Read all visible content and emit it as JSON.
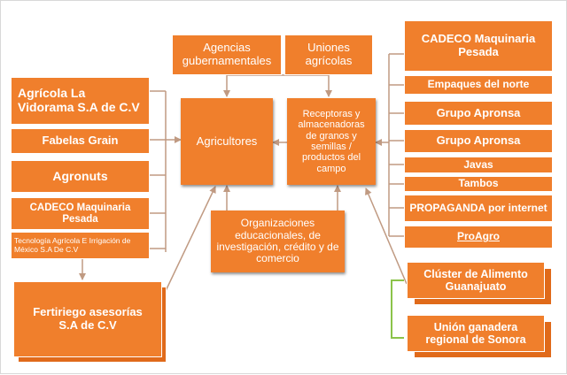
{
  "diagram": {
    "center": {
      "agencias": "Agencias gubernamentales",
      "uniones": "Uniones agrícolas",
      "agricultores": "Agricultores",
      "receptoras": "Receptoras y almacenadoras de granos y semillas / productos del campo",
      "organizaciones": "Organizaciones educacionales, de investigación, crédito y de comercio"
    },
    "left": [
      "Agrícola La Vidorama S.A de C.V",
      "Fabelas Grain",
      "Agronuts",
      "CADECO Maquinaria Pesada",
      "Tecnología Agrícola E Irrigación de México S.A De C.V",
      "Fertiriego asesorías S.A de C.V"
    ],
    "right": [
      "CADECO Maquinaria Pesada",
      "Empaques del norte",
      "Grupo Apronsa",
      "Grupo Apronsa",
      "Javas",
      "Tambos",
      "PROPAGANDA por internet",
      "ProAgro",
      "Clúster de Alimento Guanajuato",
      "Unión ganadera regional de Sonora"
    ],
    "colors": {
      "box": "#f07f2c",
      "box_dark": "#e06a1a",
      "edge": "#c09a82",
      "bracket": "#8bc34a"
    }
  }
}
